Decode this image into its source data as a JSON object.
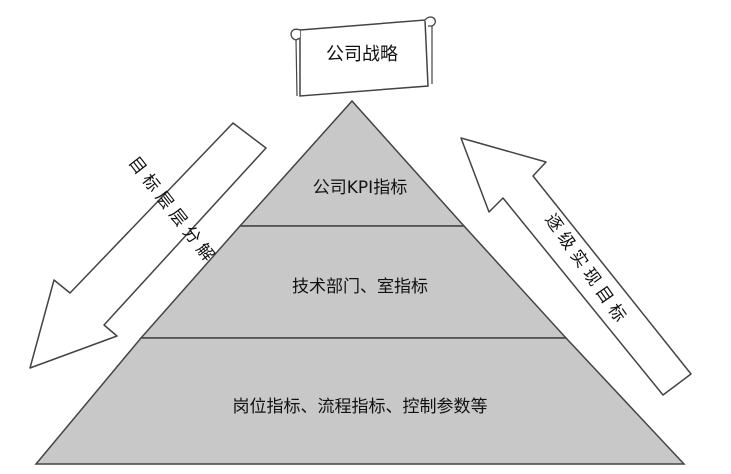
{
  "scroll": {
    "label": "公司战略"
  },
  "pyramid": {
    "tiers": [
      {
        "label": "公司KPI指标"
      },
      {
        "label": "技术部门、室指标"
      },
      {
        "label": "岗位指标、流程指标、控制参数等"
      }
    ]
  },
  "arrows": {
    "left": {
      "label": "目标层层分解"
    },
    "right": {
      "label": "逐级实现目标"
    }
  },
  "colors": {
    "fill": "#c8c8c8",
    "stroke": "#444444",
    "background": "#ffffff"
  }
}
